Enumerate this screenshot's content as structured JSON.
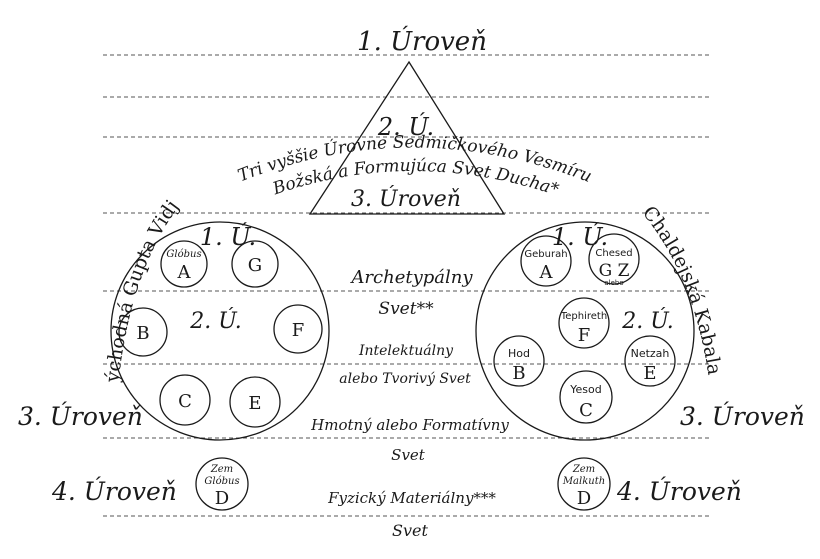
{
  "levels": {
    "level1": "1. Úroveň",
    "level2_short": "2. Ú.",
    "level3": "3. Úroveň",
    "level4": "4. Úroveň",
    "level1_short": "1. Ú."
  },
  "triangle": {
    "arc_upper": "Tri vyššie Úrovne Sedmičkového Vesmíru",
    "arc_lower": "Božská a Formujúca Svet Ducha*"
  },
  "side_labels": {
    "left": "Východná Gupta Vidja",
    "right": "Chaldejská Kabala"
  },
  "worlds": {
    "archetypal_1": "Archetypálny",
    "archetypal_2": "Svet**",
    "intellectual_1": "Intelektuálny",
    "intellectual_2": "alebo Tvorivý Svet",
    "formative_1": "Hmotný alebo Formatívny",
    "formative_2": "Svet",
    "physical_1": "Fyzický Materiálny***",
    "physical_2": "Svet"
  },
  "left_circles": {
    "a_sub": "Glóbus",
    "a": "A",
    "g": "G",
    "b": "B",
    "f": "F",
    "c": "C",
    "e": "E"
  },
  "right_circles": {
    "geburah": "Geburah",
    "a": "A",
    "chesed": "Chesed",
    "gz": "G Z",
    "alebo": "alebo",
    "tephireth": "Tephireth",
    "f": "F",
    "hod": "Hod",
    "b": "B",
    "netzah": "Netzah",
    "e": "E",
    "yesod": "Yesod",
    "c": "C"
  },
  "bottom_left": {
    "zem": "Zem",
    "globus": "Glóbus",
    "d": "D"
  },
  "bottom_right": {
    "zem": "Zem",
    "malkuth": "Malkuth",
    "d": "D"
  },
  "colors": {
    "ink": "#1a1a1a",
    "dash": "#555555",
    "background": "#ffffff"
  }
}
